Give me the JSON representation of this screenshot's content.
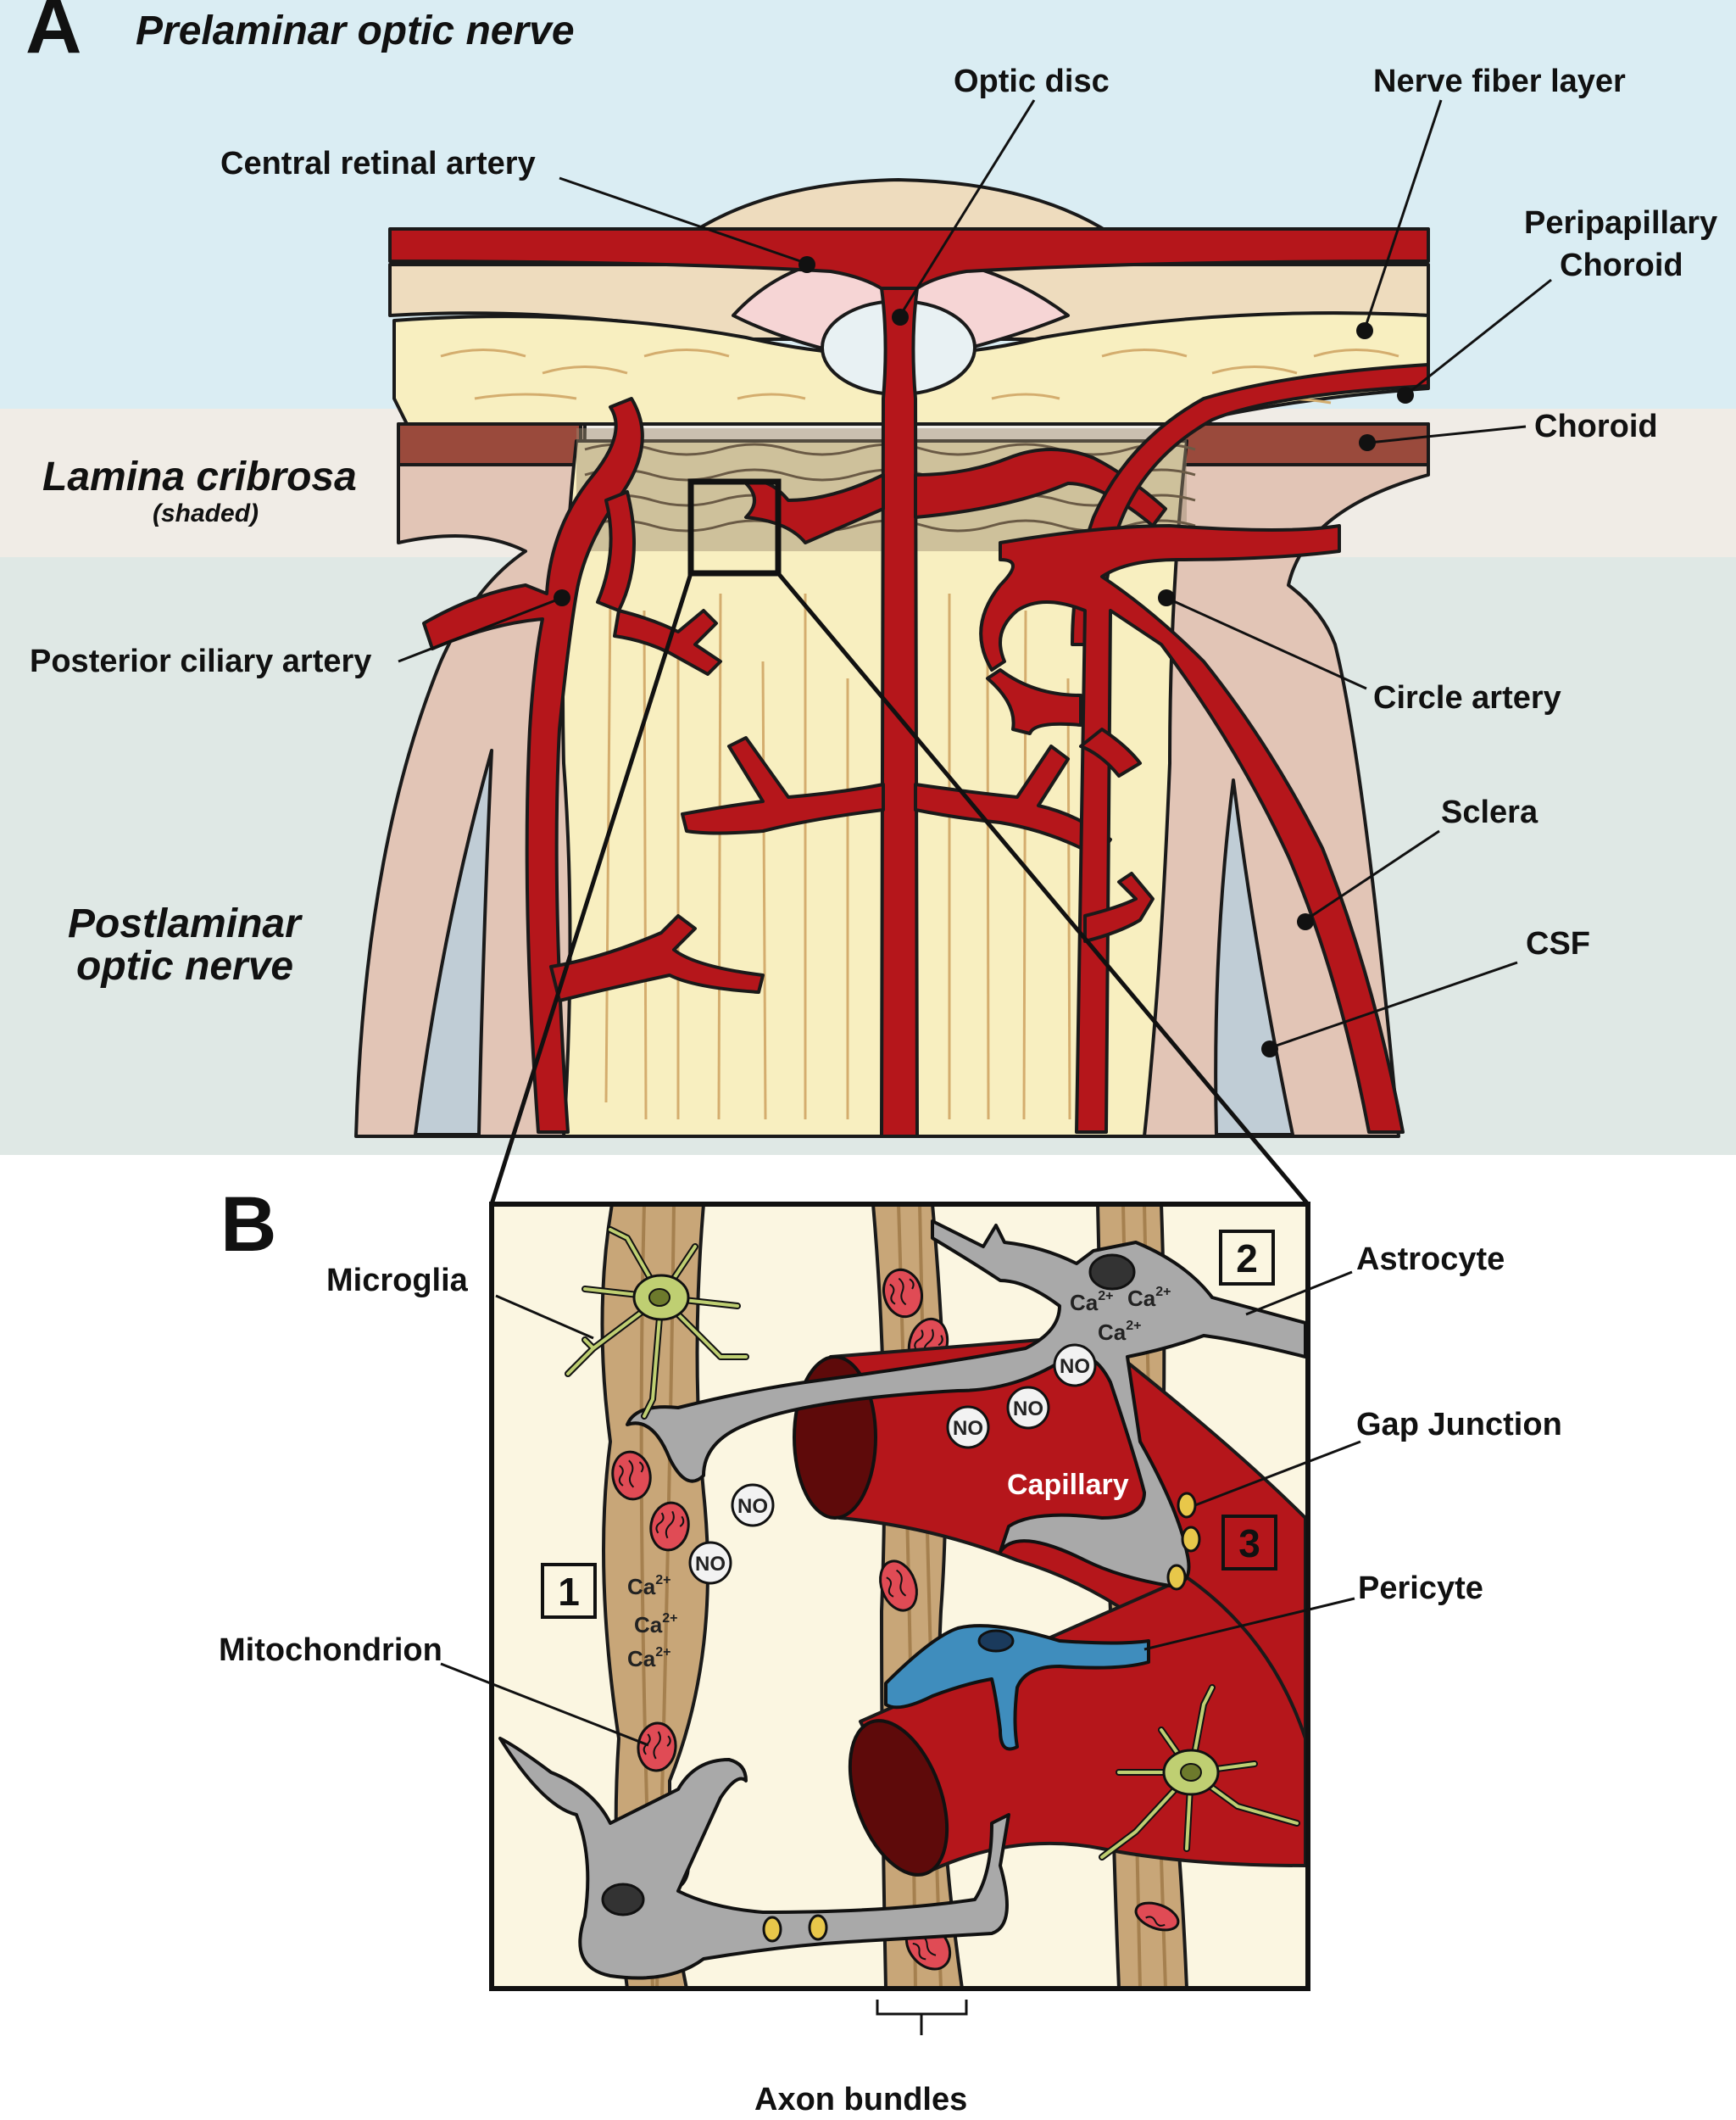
{
  "panels": {
    "a": "A",
    "b": "B"
  },
  "zones": {
    "prelaminar": "Prelaminar optic nerve",
    "lamina_line1": "Lamina cribrosa",
    "lamina_line2": "(shaded)",
    "postlaminar_line1": "Postlaminar",
    "postlaminar_line2": "optic nerve"
  },
  "labels_a": {
    "optic_disc": "Optic disc",
    "nerve_fiber_layer": "Nerve fiber layer",
    "central_retinal_artery": "Central retinal artery",
    "peripapillary_line1": "Peripapillary",
    "peripapillary_line2": "Choroid",
    "choroid": "Choroid",
    "posterior_ciliary_artery": "Posterior ciliary artery",
    "circle_artery": "Circle artery",
    "sclera": "Sclera",
    "csf": "CSF"
  },
  "labels_b": {
    "microglia": "Microglia",
    "astrocyte": "Astrocyte",
    "gap_junction": "Gap Junction",
    "pericyte": "Pericyte",
    "mitochondrion": "Mitochondrion",
    "capillary": "Capillary",
    "axon_bundles": "Axon bundles",
    "box1": "1",
    "box2": "2",
    "box3": "3",
    "ca_ion": "Ca",
    "ca_charge": "2+",
    "no": "NO"
  },
  "colors": {
    "sky": "#daedf3",
    "lamina_band": "#f0ece6",
    "post_band": "#dfe8e5",
    "nerve": "#f8efc0",
    "artery": "#b5161b",
    "sclera": "#e2c5b6",
    "choroid": "#9a4a3c",
    "csf": "#c0cdd6",
    "inset_bg": "#fbf6e1",
    "axon": "#c8a678",
    "astrocyte": "#a9a9a9",
    "pericyte": "#3f8dbd",
    "microglia": "#bfcf72"
  }
}
